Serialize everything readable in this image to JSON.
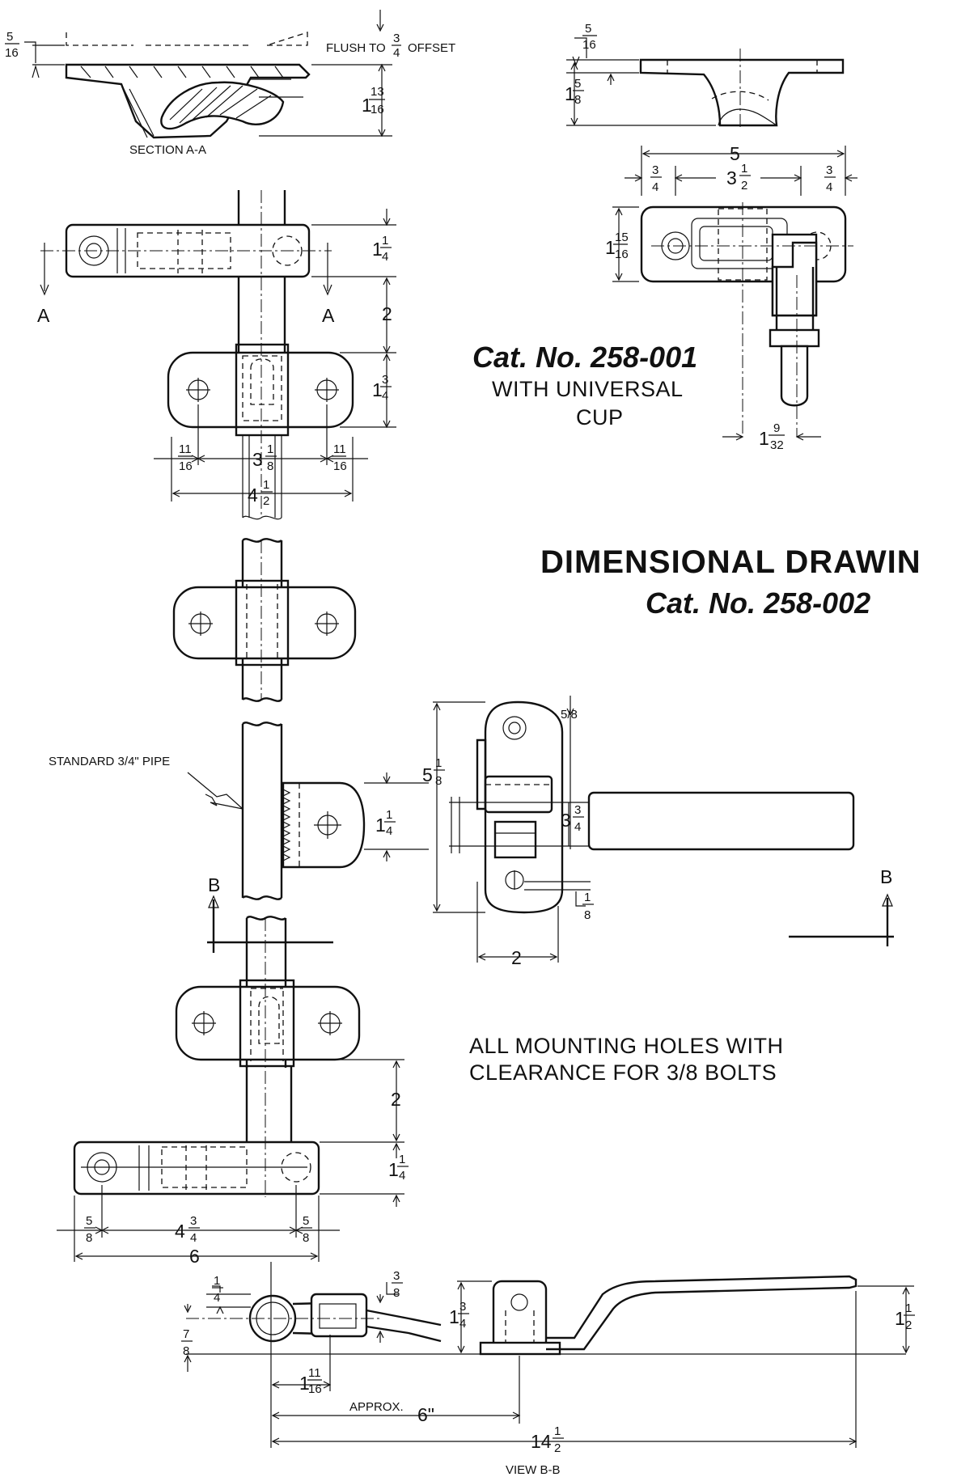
{
  "catalog_a": {
    "cat_no": "Cat. No. 258-001",
    "desc_line1": "WITH UNIVERSAL",
    "desc_line2": "CUP"
  },
  "heading": {
    "title": "DIMENSIONAL DRAWIN",
    "cat_no": "Cat. No. 258-002"
  },
  "notes": {
    "mounting_line1": "ALL MOUNTING HOLES WITH",
    "mounting_line2": "CLEARANCE FOR 3/8 BOLTS",
    "pipe": "STANDARD 3/4\" PIPE",
    "approx": "APPROX.",
    "approx_value": "6\""
  },
  "section_labels": {
    "flush_offset": "FLUSH TO",
    "offset_word": "OFFSET",
    "section_aa": "SECTION A-A",
    "view_bb": "VIEW B-B",
    "a": "A",
    "b": "B"
  },
  "dimensions": {
    "top_gap": {
      "num": "5",
      "den": "16"
    },
    "offset": {
      "num": "3",
      "den": "4"
    },
    "section_height": {
      "whole": "1",
      "num": "13",
      "den": "16"
    },
    "cup_gap": {
      "num": "5",
      "den": "16"
    },
    "cup_height": {
      "whole": "1",
      "num": "5",
      "den": "8"
    },
    "cup_width": "5",
    "cup_left": {
      "num": "3",
      "den": "4"
    },
    "cup_center": {
      "whole": "3",
      "num": "1",
      "den": "2"
    },
    "cup_right": {
      "num": "3",
      "den": "4"
    },
    "cup_plate_h": {
      "whole": "1",
      "num": "15",
      "den": "16"
    },
    "cup_offset": {
      "whole": "1",
      "num": "9",
      "den": "32"
    },
    "top_bracket_h": {
      "whole": "1",
      "num": "1",
      "den": "4"
    },
    "top_spacing": "2",
    "guide_h": {
      "whole": "1",
      "num": "3",
      "den": "4"
    },
    "guide_left": {
      "num": "11",
      "den": "16"
    },
    "guide_center": {
      "whole": "3",
      "num": "1",
      "den": "8"
    },
    "guide_right": {
      "num": "11",
      "den": "16"
    },
    "guide_width": {
      "whole": "4",
      "num": "1",
      "den": "2"
    },
    "keeper_gap": "5/8",
    "keeper_height": {
      "whole": "5",
      "num": "1",
      "den": "8"
    },
    "keeper_mid": {
      "whole": "3",
      "num": "3",
      "den": "4"
    },
    "keeper_small": {
      "num": "1",
      "den": "8"
    },
    "keeper_width": "2",
    "handle_bracket_h": {
      "whole": "1",
      "num": "1",
      "den": "4"
    },
    "bottom_spacing": "2",
    "bottom_bracket_h": {
      "whole": "1",
      "num": "1",
      "den": "4"
    },
    "bottom_left": {
      "num": "5",
      "den": "8"
    },
    "bottom_center": {
      "whole": "4",
      "num": "3",
      "den": "4"
    },
    "bottom_right": {
      "num": "5",
      "den": "8"
    },
    "bottom_width": "6",
    "vb_quarter": {
      "num": "1",
      "den": "4"
    },
    "vb_seven_eighths": {
      "num": "7",
      "den": "8"
    },
    "vb_three_eighths": {
      "num": "3",
      "den": "8"
    },
    "vb_one_three_quarter": {
      "whole": "1",
      "num": "3",
      "den": "4"
    },
    "vb_one_half": {
      "whole": "1",
      "num": "1",
      "den": "2"
    },
    "vb_eleven_sixteenths": {
      "whole": "1",
      "num": "11",
      "den": "16"
    },
    "vb_overall": {
      "whole": "14",
      "num": "1",
      "den": "2"
    }
  }
}
